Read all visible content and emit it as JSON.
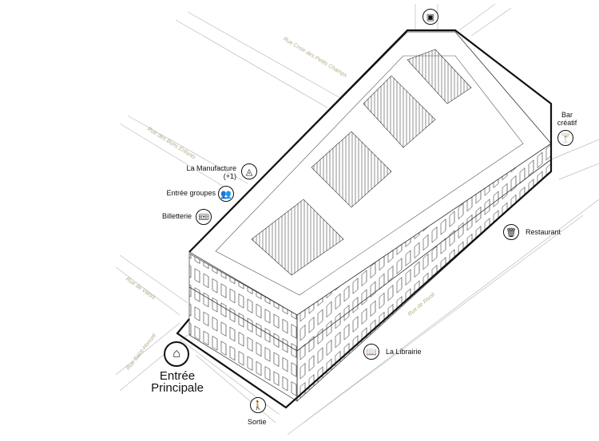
{
  "streets": {
    "croix": "Rue Croix des Petits Champs",
    "bons_enfants": "Rue des Bons Enfants",
    "valois": "Rue de Valois",
    "saint_honore": "Rue Saint-Honoré",
    "rivoli": "Rue de Rivoli"
  },
  "pois": {
    "manufacture": {
      "label": "La Manufacture",
      "sub": "(+1)",
      "icon": "shapes-icon"
    },
    "groupes": {
      "label": "Entrée groupes",
      "icon": "group-icon"
    },
    "billetterie": {
      "label": "Billetterie",
      "icon": "ticket-icon"
    },
    "bar": {
      "label": "Bar",
      "sub": "créatif",
      "icon": "cocktail-icon"
    },
    "restaurant": {
      "label": "Restaurant",
      "icon": "restaurant-icon"
    },
    "librairie": {
      "label": "La Librairie",
      "icon": "book-icon"
    },
    "entree": {
      "label": "Entrée",
      "sub": "Principale",
      "icon": "arch-entrance-icon"
    },
    "sortie": {
      "label": "Sortie",
      "icon": "exit-icon"
    },
    "top": {
      "icon": "gallery-icon"
    }
  }
}
